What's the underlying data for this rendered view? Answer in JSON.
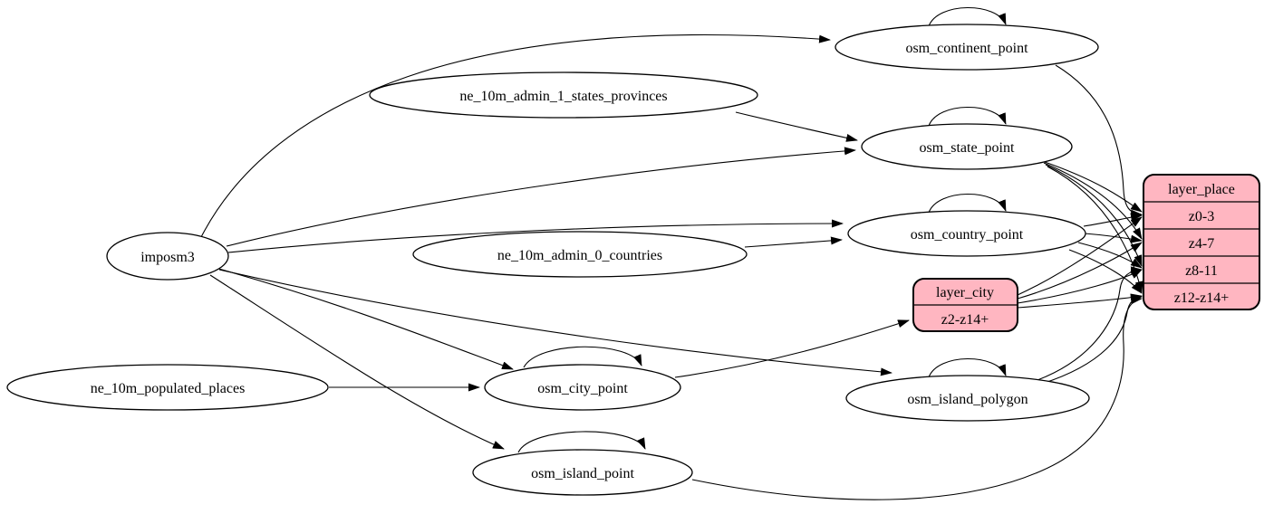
{
  "diagram_type": "etl-dependency-graph",
  "colors": {
    "background": "#ffffff",
    "node_fill": "#ffffff",
    "record_fill": "#ffb6c1",
    "stroke": "#000000"
  },
  "nodes": {
    "imposm3": {
      "label": "imposm3"
    },
    "ne_10m_admin_1_states_provinces": {
      "label": "ne_10m_admin_1_states_provinces"
    },
    "ne_10m_admin_0_countries": {
      "label": "ne_10m_admin_0_countries"
    },
    "ne_10m_populated_places": {
      "label": "ne_10m_populated_places"
    },
    "osm_continent_point": {
      "label": "osm_continent_point"
    },
    "osm_state_point": {
      "label": "osm_state_point"
    },
    "osm_country_point": {
      "label": "osm_country_point"
    },
    "osm_city_point": {
      "label": "osm_city_point"
    },
    "osm_island_polygon": {
      "label": "osm_island_polygon"
    },
    "osm_island_point": {
      "label": "osm_island_point"
    }
  },
  "records": {
    "layer_place": {
      "title": "layer_place",
      "rows": [
        "z0-3",
        "z4-7",
        "z8-11",
        "z12-z14+"
      ]
    },
    "layer_city": {
      "title": "layer_city",
      "rows": [
        "z2-z14+"
      ]
    }
  },
  "edges": [
    {
      "from": "imposm3",
      "to": "osm_continent_point"
    },
    {
      "from": "imposm3",
      "to": "osm_state_point"
    },
    {
      "from": "imposm3",
      "to": "osm_country_point"
    },
    {
      "from": "imposm3",
      "to": "osm_city_point"
    },
    {
      "from": "imposm3",
      "to": "osm_island_polygon"
    },
    {
      "from": "imposm3",
      "to": "osm_island_point"
    },
    {
      "from": "ne_10m_admin_1_states_provinces",
      "to": "osm_state_point"
    },
    {
      "from": "ne_10m_admin_0_countries",
      "to": "osm_country_point"
    },
    {
      "from": "ne_10m_populated_places",
      "to": "osm_city_point"
    },
    {
      "from": "osm_continent_point",
      "to": "osm_continent_point"
    },
    {
      "from": "osm_state_point",
      "to": "osm_state_point"
    },
    {
      "from": "osm_country_point",
      "to": "osm_country_point"
    },
    {
      "from": "osm_city_point",
      "to": "osm_city_point"
    },
    {
      "from": "osm_island_polygon",
      "to": "osm_island_polygon"
    },
    {
      "from": "osm_island_point",
      "to": "osm_island_point"
    },
    {
      "from": "osm_continent_point",
      "to": "layer_place",
      "to_port": "z0-3"
    },
    {
      "from": "osm_state_point",
      "to": "layer_place",
      "to_port": "z0-3"
    },
    {
      "from": "osm_state_point",
      "to": "layer_place",
      "to_port": "z4-7"
    },
    {
      "from": "osm_state_point",
      "to": "layer_place",
      "to_port": "z8-11"
    },
    {
      "from": "osm_state_point",
      "to": "layer_place",
      "to_port": "z12-z14+"
    },
    {
      "from": "osm_country_point",
      "to": "layer_place",
      "to_port": "z0-3"
    },
    {
      "from": "osm_country_point",
      "to": "layer_place",
      "to_port": "z4-7"
    },
    {
      "from": "osm_country_point",
      "to": "layer_place",
      "to_port": "z8-11"
    },
    {
      "from": "osm_country_point",
      "to": "layer_place",
      "to_port": "z12-z14+"
    },
    {
      "from": "osm_city_point",
      "to": "layer_city",
      "to_port": "z2-z14+"
    },
    {
      "from": "layer_city",
      "to": "layer_place",
      "to_port": "z0-3"
    },
    {
      "from": "layer_city",
      "to": "layer_place",
      "to_port": "z4-7"
    },
    {
      "from": "layer_city",
      "to": "layer_place",
      "to_port": "z8-11"
    },
    {
      "from": "layer_city",
      "to": "layer_place",
      "to_port": "z12-z14+"
    },
    {
      "from": "osm_island_polygon",
      "to": "layer_place",
      "to_port": "z8-11"
    },
    {
      "from": "osm_island_polygon",
      "to": "layer_place",
      "to_port": "z12-z14+"
    },
    {
      "from": "osm_island_point",
      "to": "layer_place",
      "to_port": "z12-z14+"
    }
  ]
}
